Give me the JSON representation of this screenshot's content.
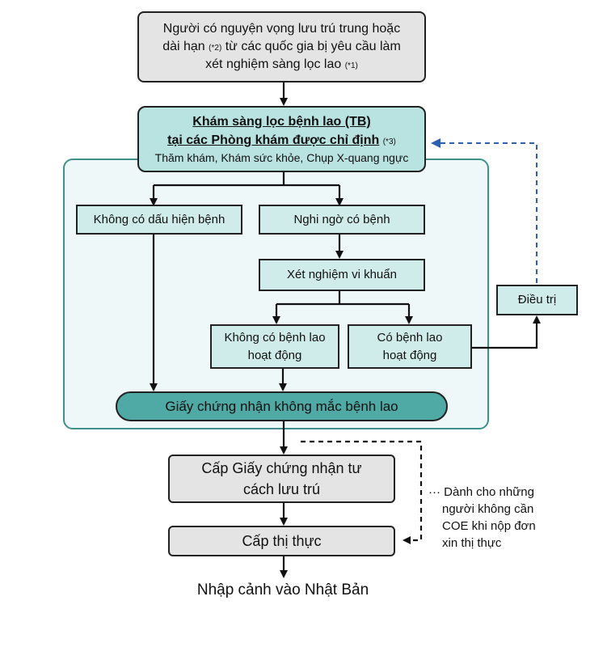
{
  "start_box": {
    "line1": "Người có nguyện vọng lưu trú trung hoặc",
    "line2_a": "dài hạn",
    "line2_sup": "(*2)",
    "line2_b": "từ các quốc gia bị yêu cầu làm",
    "line3_a": "xét nghiệm sàng lọc lao",
    "line3_sup": "(*1)"
  },
  "screening_box": {
    "line1": "Khám sàng lọc bệnh lao (TB)",
    "line2": "tại các Phòng khám được chỉ định",
    "line2_sup": "(*3)",
    "line3": "Thăm khám, Khám sức khỏe, Chụp X-quang ngực"
  },
  "no_symptoms": "Không có dấu hiện bệnh",
  "suspected": "Nghi ngờ có bệnh",
  "bacteria_test": "Xét nghiệm vi khuẩn",
  "no_active_tb": {
    "line1": "Không có bệnh lao",
    "line2": "hoạt động"
  },
  "active_tb": {
    "line1": "Có bệnh lao",
    "line2": "hoạt động"
  },
  "treatment": "Điều trị",
  "certificate": "Giấy chứng nhận không mắc bệnh lao",
  "coe_box": {
    "line1": "Cấp Giấy chứng nhận tư",
    "line2": "cách lưu trú"
  },
  "visa_box": "Cấp thị thực",
  "entry": "Nhập cảnh vào Nhật Bản",
  "note": {
    "line1": "··· Dành cho những",
    "line2": "người không cần",
    "line3": "COE khi nộp đơn",
    "line4": "xin thị thực"
  },
  "colors": {
    "teal_box": "#b9e3e1",
    "light_teal_box": "#cfecea",
    "region_fill": "#eef8f8",
    "region_border": "#3f8f8a",
    "certificate_fill": "#4fa9a4",
    "gray_box": "#e4e4e4",
    "feedback_arrow": "#2f5fb0"
  }
}
